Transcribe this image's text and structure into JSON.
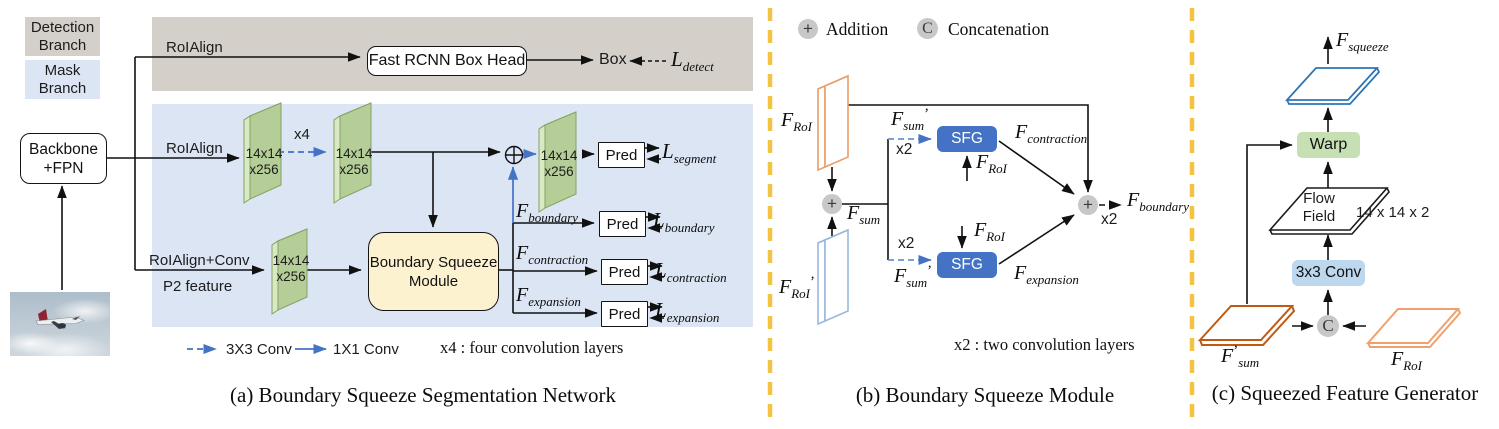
{
  "colors": {
    "detection_panel": "#d4d0c9",
    "mask_panel": "#dbe5f4",
    "plate_green": "#b5cd97",
    "plate_green_light": "#d9e9c4",
    "bsm_yellow": "#fdf2d0",
    "sfg_blue": "#4472c4",
    "warp_green": "#c6e0b4",
    "conv_blue": "#bdd7ee",
    "separator_yellow": "#f5c342",
    "arrow_blue": "#4472c4",
    "orange_plate": "#ec9d68",
    "dark_orange_plate": "#c05a11",
    "steel_blue_plate": "#2e75b6"
  },
  "panel_a": {
    "detection_branch": "Detection\nBranch",
    "mask_branch": "Mask\nBranch",
    "backbone": "Backbone\n+FPN",
    "roialign_detect": "RoIAlign",
    "roialign_mask": "RoIAlign",
    "roialign_conv": "RoIAlign+Conv",
    "p2_feature": "P2 feature",
    "fast_rcnn": "Fast RCNN Box Head",
    "box": "Box",
    "x4": "x4",
    "plate": "14x14\nx256",
    "bsm": "Boundary Squeeze\nModule",
    "pred": "Pred",
    "vars": {
      "f_boundary": {
        "main": "F",
        "sub": "boundary"
      },
      "f_contraction": {
        "main": "F",
        "sub": "contraction"
      },
      "f_expansion": {
        "main": "F",
        "sub": "expansion"
      }
    },
    "losses": {
      "l_detect": {
        "main": "L",
        "sub": "detect"
      },
      "l_segment": {
        "main": "L",
        "sub": "segment"
      },
      "l_boundary": {
        "main": "L",
        "sub": "boundary"
      },
      "l_contraction": {
        "main": "L",
        "sub": "contraction"
      },
      "l_expansion": {
        "main": "L",
        "sub": "expansion"
      }
    },
    "legend": {
      "dashed": "3X3 Conv",
      "solid": "1X1 Conv",
      "note": "x4 : four convolution layers"
    },
    "caption": "(a) Boundary Squeeze Segmentation Network"
  },
  "panel_b": {
    "add_symbol": "+",
    "add_label": "Addition",
    "concat_symbol": "C",
    "concat_label": "Concatenation",
    "sfg": "SFG",
    "x2": "x2",
    "vars": {
      "f_roi": {
        "main": "F",
        "sub": "RoI"
      },
      "f_roi_prime": {
        "main": "F",
        "sub": "RoI",
        "prime": "’"
      },
      "f_sum": {
        "main": "F",
        "sub": "sum"
      },
      "f_sum_prime": {
        "main": "F",
        "sub": "sum",
        "prime": "’"
      },
      "f_contraction": {
        "main": "F",
        "sub": "contraction"
      },
      "f_expansion": {
        "main": "F",
        "sub": "expansion"
      },
      "f_boundary": {
        "main": "F",
        "sub": "boundary"
      }
    },
    "note": "x2  : two convolution layers",
    "caption": "(b) Boundary Squeeze Module"
  },
  "panel_c": {
    "warp": "Warp",
    "flow_field": "Flow\nField",
    "flow_dims": "14 x 14 x 2",
    "conv": "3x3 Conv",
    "concat_symbol": "C",
    "vars": {
      "f_squeeze": {
        "main": "F",
        "sub": "squeeze"
      },
      "f_sum_prime": {
        "main": "F",
        "prime": "’",
        "sub": "sum"
      },
      "f_roi": {
        "main": "F",
        "sub": "RoI"
      }
    },
    "caption": "(c) Squeezed Feature Generator"
  }
}
